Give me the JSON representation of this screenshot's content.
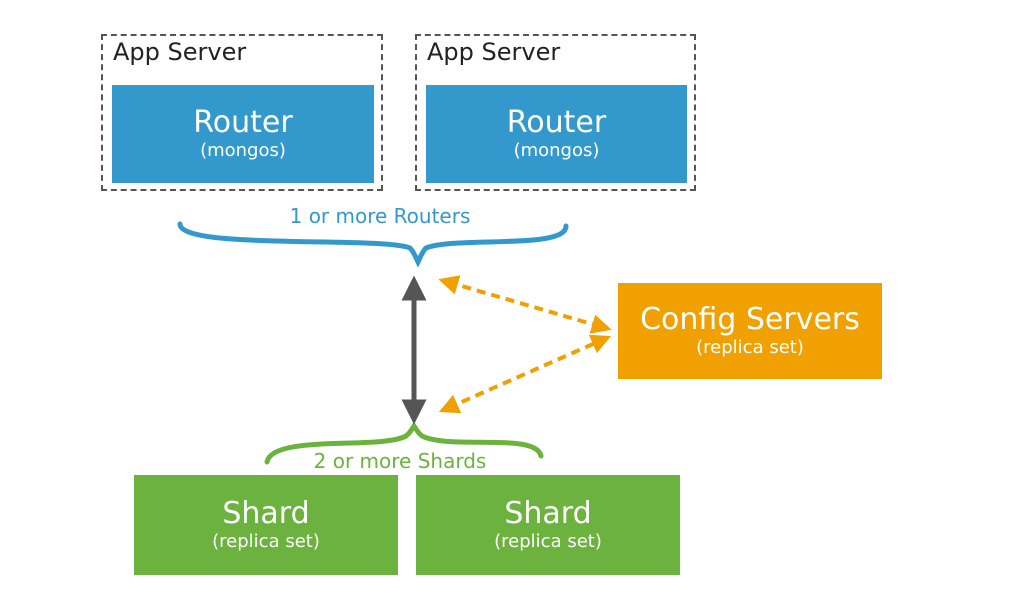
{
  "app_servers": [
    {
      "label": "App Server",
      "router": {
        "title": "Router",
        "subtitle": "(mongos)"
      }
    },
    {
      "label": "App Server",
      "router": {
        "title": "Router",
        "subtitle": "(mongos)"
      }
    }
  ],
  "routers_caption": "1 or more Routers",
  "config": {
    "title": "Config Servers",
    "subtitle": "(replica set)"
  },
  "shards_caption": "2 or more Shards",
  "shards": [
    {
      "title": "Shard",
      "subtitle": "(replica set)"
    },
    {
      "title": "Shard",
      "subtitle": "(replica set)"
    }
  ],
  "colors": {
    "router": "#3399cc",
    "config": "#f0a000",
    "shard": "#6bb33e",
    "connector": "#555555"
  }
}
